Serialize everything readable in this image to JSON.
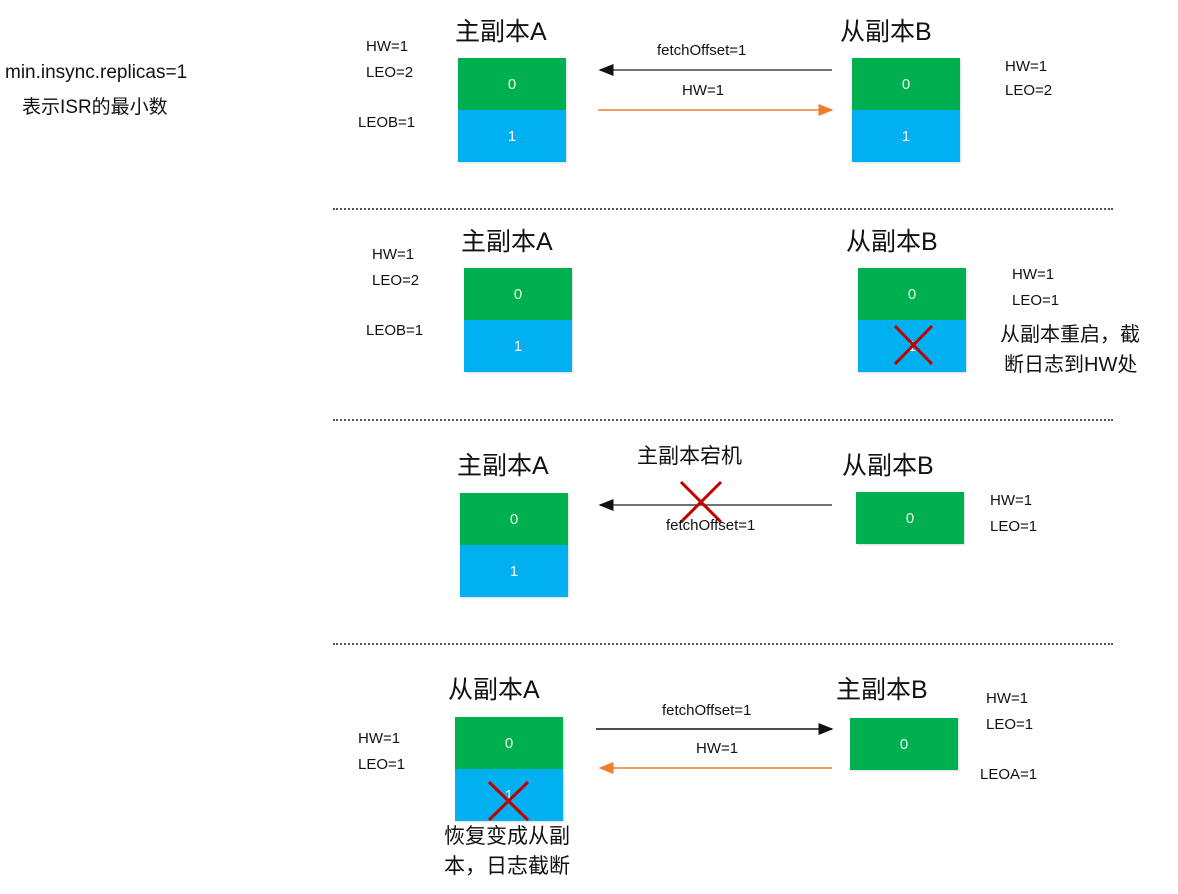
{
  "side_note": {
    "line1": "min.insync.replicas=1",
    "line2": "表示ISR的最小数"
  },
  "colors": {
    "green": "#00b050",
    "blue": "#00b0f0",
    "orange": "#ed7d31",
    "red": "#c00000"
  },
  "panel1": {
    "title_a": "主副本A",
    "title_b": "从副本B",
    "a_hw": "HW=1",
    "a_leo": "LEO=2",
    "a_leob": "LEOB=1",
    "b_hw": "HW=1",
    "b_leo": "LEO=2",
    "arrow_fetch": "fetchOffset=1",
    "arrow_hw": "HW=1",
    "a_blocks": [
      "0",
      "1"
    ],
    "b_blocks": [
      "0",
      "1"
    ]
  },
  "panel2": {
    "title_a": "主副本A",
    "title_b": "从副本B",
    "a_hw": "HW=1",
    "a_leo": "LEO=2",
    "a_leob": "LEOB=1",
    "b_hw": "HW=1",
    "b_leo": "LEO=1",
    "b_note1": "从副本重启，截",
    "b_note2": "断日志到HW处",
    "a_blocks": [
      "0",
      "1"
    ],
    "b_blocks": [
      "0",
      "1"
    ]
  },
  "panel3": {
    "title_a": "主副本A",
    "title_b": "从副本B",
    "crash_label": "主副本宕机",
    "arrow_fetch": "fetchOffset=1",
    "b_hw": "HW=1",
    "b_leo": "LEO=1",
    "a_blocks": [
      "0",
      "1"
    ],
    "b_blocks": [
      "0"
    ]
  },
  "panel4": {
    "title_a": "从副本A",
    "title_b": "主副本B",
    "a_hw": "HW=1",
    "a_leo": "LEO=1",
    "b_hw": "HW=1",
    "b_leo": "LEO=1",
    "b_leoa": "LEOA=1",
    "arrow_fetch": "fetchOffset=1",
    "arrow_hw": "HW=1",
    "a_note1": "恢复变成从副",
    "a_note2": "本，日志截断",
    "a_blocks": [
      "0",
      "1"
    ],
    "b_blocks": [
      "0"
    ]
  }
}
